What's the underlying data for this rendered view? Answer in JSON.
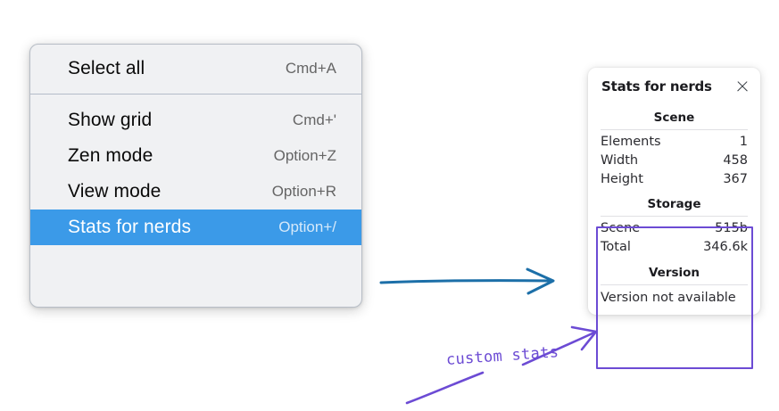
{
  "context_menu": {
    "name": "canvas-context-menu",
    "groups": [
      {
        "items": [
          {
            "label": "Select all",
            "shortcut": "Cmd+A",
            "highlighted": false
          }
        ]
      },
      {
        "items": [
          {
            "label": "Show grid",
            "shortcut": "Cmd+'",
            "highlighted": false
          },
          {
            "label": "Zen mode",
            "shortcut": "Option+Z",
            "highlighted": false
          },
          {
            "label": "View mode",
            "shortcut": "Option+R",
            "highlighted": false
          },
          {
            "label": "Stats for nerds",
            "shortcut": "Option+/",
            "highlighted": true
          }
        ]
      }
    ]
  },
  "stats_panel": {
    "title": "Stats for nerds",
    "close_icon": "close-icon",
    "sections": [
      {
        "heading": "Scene",
        "rows": [
          {
            "key": "Elements",
            "value": "1"
          },
          {
            "key": "Width",
            "value": "458"
          },
          {
            "key": "Height",
            "value": "367"
          }
        ]
      },
      {
        "heading": "Storage",
        "rows": [
          {
            "key": "Scene",
            "value": "515b"
          },
          {
            "key": "Total",
            "value": "346.6k"
          }
        ]
      },
      {
        "heading": "Version",
        "note": "Version not available"
      }
    ]
  },
  "annotations": {
    "label": "custom stats",
    "blue_arrow_color": "#1c6fa8",
    "purple_color": "#6c4bd4"
  },
  "colors": {
    "menu_background": "#f0f1f3",
    "menu_border": "#b7bdc6",
    "menu_divider": "#b4bcc8",
    "highlight_blue": "#3b9ae8",
    "shortcut_grey": "#656565",
    "panel_background": "#ffffff",
    "panel_rule": "#e0e0e4",
    "accent_purple": "#6c4bd4",
    "arrow_blue": "#1c6fa8"
  }
}
